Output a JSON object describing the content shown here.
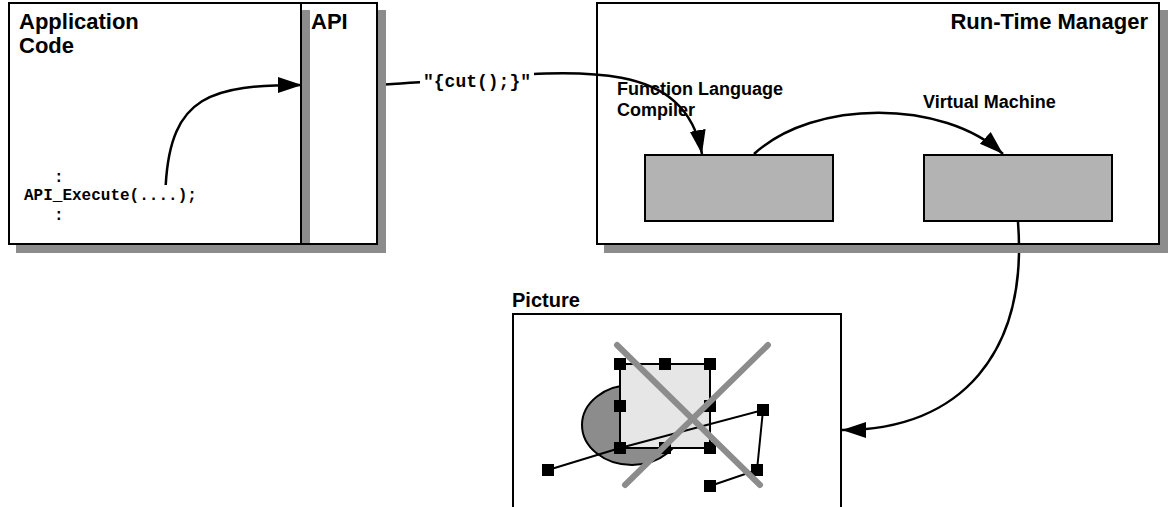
{
  "diagram": {
    "nodes": [
      {
        "text": [
          "Application Code",
          ":",
          "API_Execute(....);",
          ":"
        ]
      },
      {
        "text": [
          "API"
        ]
      },
      {
        "text": [
          "Run-Time Manager"
        ]
      },
      {
        "text": [
          "Function Language Compiler"
        ],
        "in": 2
      },
      {
        "text": [
          "Virtual Machine"
        ],
        "in": 2
      },
      {
        "text": [
          "Picture"
        ]
      }
    ],
    "edges": [
      {
        "from": 0,
        "to": 1,
        "arrow": "to"
      },
      {
        "from": 1,
        "to": 3,
        "label": "\"{cut();}\"",
        "arrow": "to"
      },
      {
        "from": 3,
        "to": 4,
        "arrow": "to"
      },
      {
        "from": 4,
        "to": 5,
        "arrow": "to"
      }
    ]
  }
}
